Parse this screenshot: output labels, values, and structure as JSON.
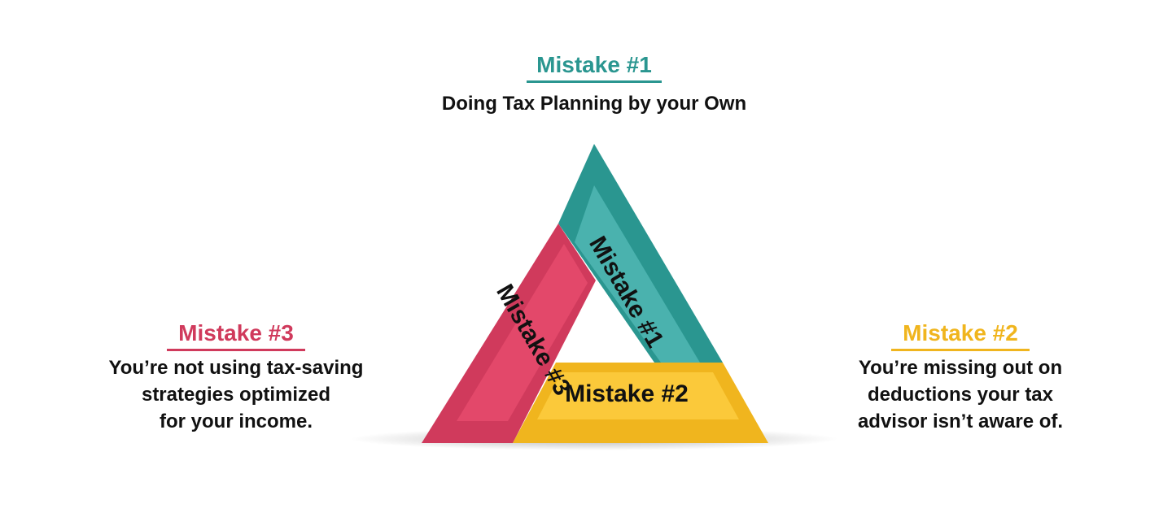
{
  "mistake1": {
    "heading": "Mistake #1",
    "description": [
      "Doing Tax Planning by your Own"
    ],
    "segment_label": "Mistake #1",
    "color": "#2a9690",
    "inner_color": "#4ab2ae"
  },
  "mistake2": {
    "heading": "Mistake #2",
    "description": [
      "You’re missing out on",
      "deductions your tax",
      "advisor isn’t aware of."
    ],
    "segment_label": "Mistake #2",
    "color": "#f0b51e",
    "inner_color": "#fbc93a"
  },
  "mistake3": {
    "heading": "Mistake #3",
    "description": [
      "You’re not using tax-saving",
      "strategies optimized",
      "for your income."
    ],
    "segment_label": "Mistake #3",
    "color": "#d03a5c",
    "inner_color": "#e3486a"
  }
}
